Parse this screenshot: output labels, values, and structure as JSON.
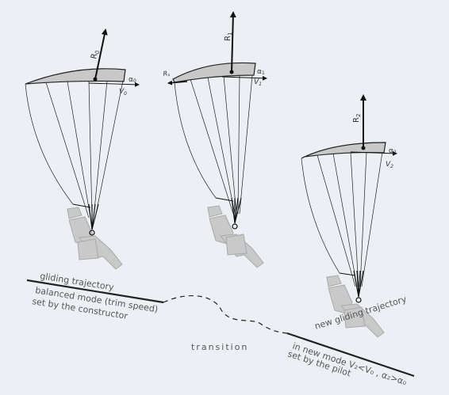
{
  "gliders": [
    {
      "force": "R",
      "force_sub": "0",
      "speed": "V",
      "speed_sub": "0",
      "angle": "α",
      "angle_sub": "0"
    },
    {
      "force": "R",
      "force_sub": "1",
      "speed": "V",
      "speed_sub": "1",
      "angle": "α",
      "angle_sub": "1",
      "drag": "R",
      "drag_sub": "x"
    },
    {
      "force": "R",
      "force_sub": "2",
      "speed": "V",
      "speed_sub": "2",
      "angle": "α",
      "angle_sub": "2"
    }
  ],
  "captions": {
    "left_top": "gliding trajectory",
    "left_line1": "balanced mode (trim speed)",
    "left_line2": "set by the constructor",
    "middle": "transition",
    "right_line1": "new gliding trajectory",
    "right_line2": "in new mode  V₂<V₀ , α₂>α₀",
    "right_line3": "set by the pilot"
  },
  "colors": {
    "background": "#ecf0f4",
    "wing": "#c8c8c8",
    "pilot": "#c9c9c9",
    "line": "#222222"
  }
}
